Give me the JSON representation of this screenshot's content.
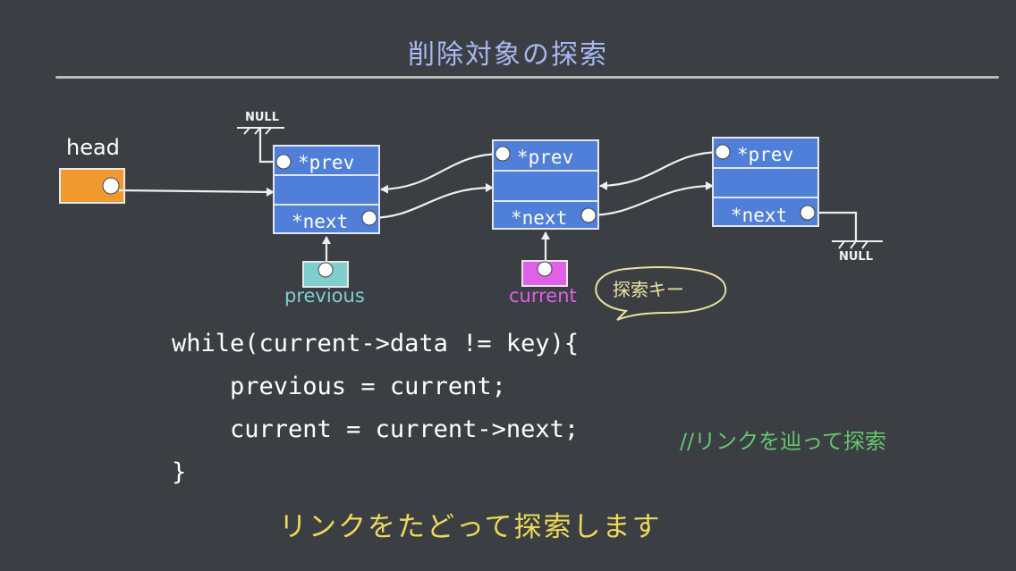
{
  "title": "削除対象の探索",
  "diagram": {
    "head_label": "head",
    "null_label": "NULL",
    "nodes": [
      {
        "prev_field": "*prev",
        "next_field": "*next"
      },
      {
        "prev_field": "*prev",
        "next_field": "*next"
      },
      {
        "prev_field": "*prev",
        "next_field": "*next"
      }
    ],
    "previous_label": "previous",
    "current_label": "current",
    "search_key_bubble": "探索キー",
    "colors": {
      "head": "#f0992e",
      "previous": "#7fcfcf",
      "current": "#e060e8",
      "node": "#4f7fd8"
    }
  },
  "code": [
    "while(current->data != key){",
    "    previous = current;",
    "    current = current->next;",
    "}"
  ],
  "comment": "//リンクを辿って探索",
  "caption": "リンクをたどって探索します"
}
